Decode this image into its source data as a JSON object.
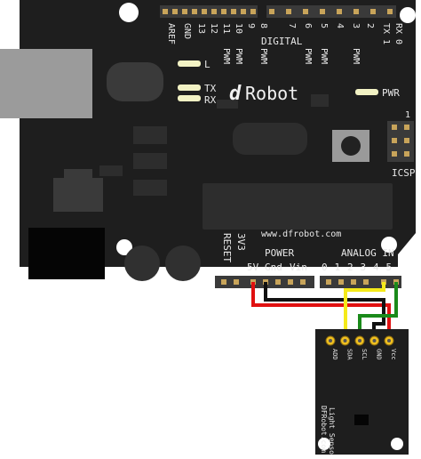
{
  "board": {
    "brand": "Robot",
    "brand_mark": "d",
    "website": "www.dfrobot.com",
    "digital_header": "DIGITAL",
    "digital_pins": [
      "AREF",
      "GND",
      "13",
      "12",
      "11",
      "10",
      "9",
      "8",
      "7",
      "6",
      "5",
      "4",
      "3",
      "2",
      "TX 1",
      "RX 0"
    ],
    "pwm_label": "PWM",
    "led_labels": {
      "l": "L",
      "tx": "TX",
      "rx": "RX",
      "pwr": "PWR"
    },
    "icsp_label": "ICSP",
    "icsp_pin_one": "1",
    "power_header": "POWER",
    "power_pins": [
      "RESET",
      "3V3",
      "5V",
      "Gnd",
      "Vin"
    ],
    "analog_header": "ANALOG IN",
    "analog_pins": [
      "0",
      "1",
      "2",
      "3",
      "4",
      "5"
    ]
  },
  "sensor": {
    "pins": [
      "ADD",
      "SDA",
      "SCL",
      "GND",
      "Vcc"
    ],
    "title": "Light Sensor",
    "maker": "DFRobot.com"
  },
  "colors": {
    "board": "#1e1e1e",
    "header": "#3a3a3a",
    "wire_red": "#e01010",
    "wire_black": "#111111",
    "wire_yellow": "#f5ea1a",
    "wire_green": "#1a8a1a",
    "silkscreen": "#e8e8e8"
  }
}
